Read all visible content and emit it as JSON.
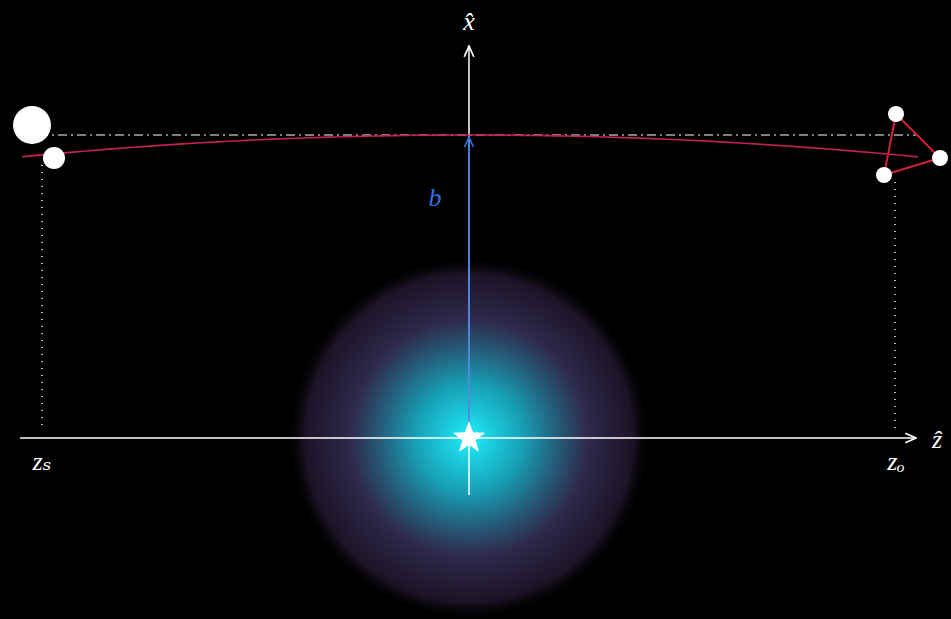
{
  "diagram": {
    "labels": [
      "x̂",
      "b",
      "zₛ",
      "ẑ",
      "zₒ"
    ]
  }
}
